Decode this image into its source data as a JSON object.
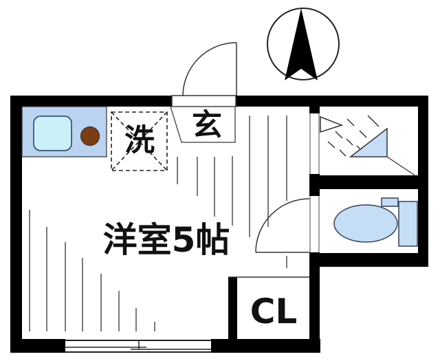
{
  "floorplan": {
    "type": "apartment-floor-plan",
    "labels": {
      "entrance": "玄",
      "laundry": "洗",
      "main_room": "洋室5帖",
      "closet": "CL"
    },
    "fixtures": [
      {
        "name": "north-compass-icon"
      },
      {
        "name": "kitchen-counter"
      },
      {
        "name": "kitchen-sink"
      },
      {
        "name": "gas-burner"
      },
      {
        "name": "washing-machine-space"
      },
      {
        "name": "entrance-door-swing"
      },
      {
        "name": "shower-head"
      },
      {
        "name": "shower-basin"
      },
      {
        "name": "toilet"
      },
      {
        "name": "toilet-door-swing"
      },
      {
        "name": "sliding-window"
      },
      {
        "name": "closet"
      }
    ],
    "colors": {
      "wall": "#000000",
      "counter": "#b9d3f0",
      "sink": "#ccf0f8",
      "burner": "#7b3d12",
      "fixture": "#c5def5",
      "line": "#222222"
    }
  }
}
